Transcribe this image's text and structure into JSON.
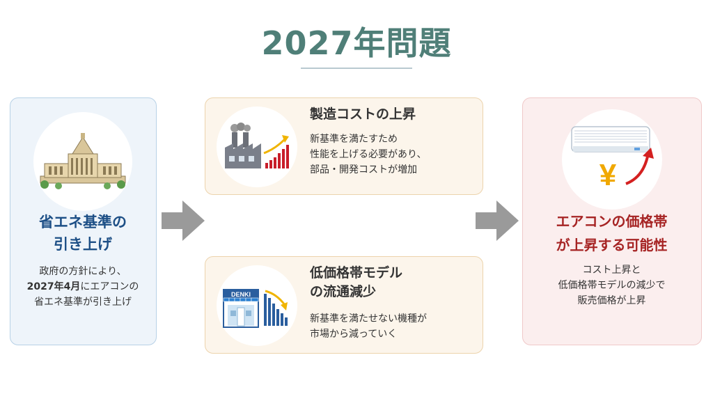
{
  "title": "2027年問題",
  "left_card": {
    "icon": "parliament-building-icon",
    "heading_lines": [
      "省エネ基準の",
      "引き上げ"
    ],
    "body_line1": "政府の方針により、",
    "body_line2_bold": "2027年4月",
    "body_line2_rest": "にエアコンの",
    "body_line3": "省エネ基準が引き上げ"
  },
  "mid_top_card": {
    "icon": "factory-rising-chart-icon",
    "heading": "製造コストの上昇",
    "body_lines": [
      "新基準を満たすため",
      "性能を上げる必要があり、",
      "部品・開発コストが増加"
    ]
  },
  "mid_bottom_card": {
    "icon": "electronics-store-falling-chart-icon",
    "store_sign": "DENKI",
    "heading_lines": [
      "低価格帯モデル",
      "の流通減少"
    ],
    "body_lines": [
      "新基準を満たせない機種が",
      "市場から減っていく"
    ]
  },
  "right_card": {
    "icon": "air-conditioner-yen-rising-icon",
    "currency_symbol": "¥",
    "heading_lines": [
      "エアコンの価格帯",
      "が上昇する可能性"
    ],
    "body_lines": [
      "コスト上昇と",
      "低価格帯モデルの減少で",
      "販売価格が上昇"
    ]
  },
  "colors": {
    "title": "#4f7f78",
    "left_heading": "#1d4f86",
    "right_heading": "#a62424",
    "arrow": "#9a9a9a"
  }
}
